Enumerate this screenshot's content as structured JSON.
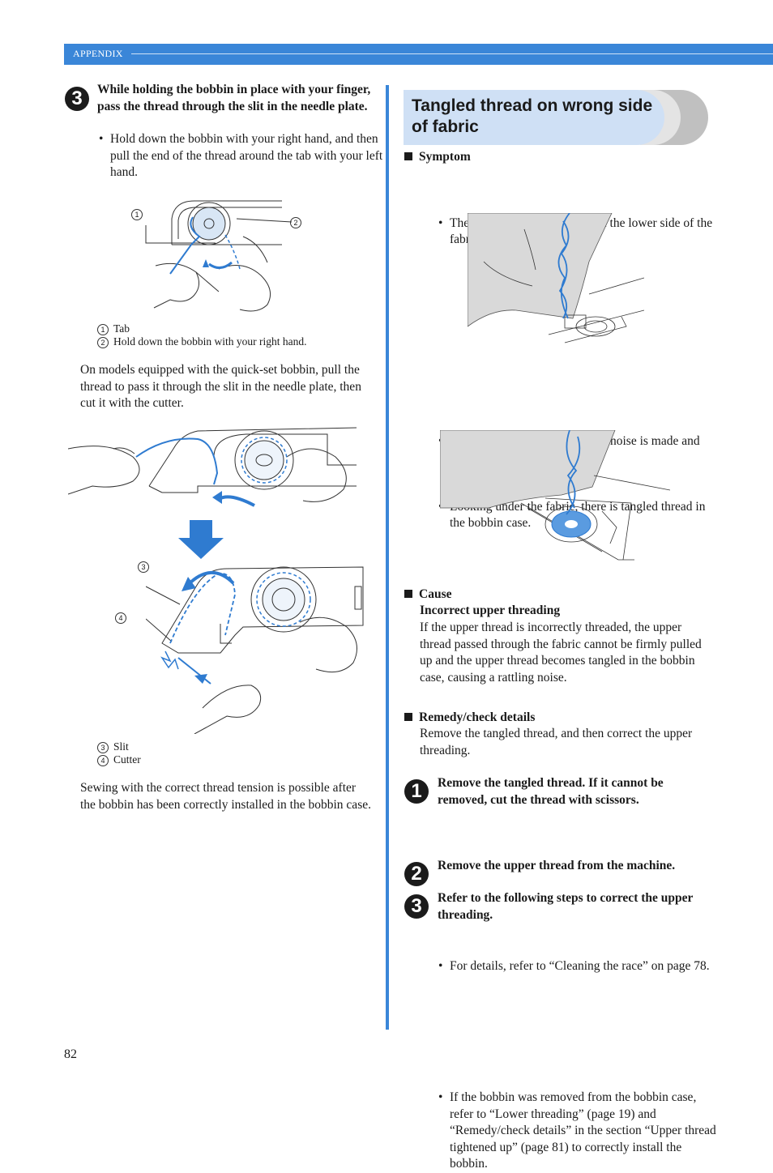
{
  "header": {
    "section": "APPENDIX"
  },
  "left": {
    "step3": {
      "number": "3",
      "instruction": "While holding the bobbin in place with your finger, pass the thread through the slit in the needle plate.",
      "bullet": "Hold down the bobbin with your right hand, and then pull the end of the thread around the tab with your left hand."
    },
    "fig1_labels": {
      "n1": "1",
      "n2": "2"
    },
    "fig1_captions": [
      {
        "num": "1",
        "text": "Tab"
      },
      {
        "num": "2",
        "text": "Hold down the bobbin with your right hand."
      }
    ],
    "quickset_note": "On models equipped with the quick-set bobbin, pull the thread to pass it through the slit in the needle plate, then cut it with the cutter.",
    "fig2_labels": {
      "n3": "3",
      "n4": "4"
    },
    "fig2_captions": [
      {
        "num": "3",
        "text": "Slit"
      },
      {
        "num": "4",
        "text": "Cutter"
      }
    ],
    "closing": "Sewing with the correct thread tension is possible after the bobbin has been correctly installed in the bobbin case."
  },
  "right": {
    "title": "Tangled thread on wrong side of fabric",
    "symptom_heading": "Symptom",
    "symptom_bullets": [
      "The thread becomes tangled on the lower side of the fabric.",
      "After starting sewing, a rattling noise is made and sewing cannot continue.",
      "Looking under the fabric, there is tangled thread in the bobbin case."
    ],
    "cause_heading": "Cause",
    "cause_subheading": "Incorrect upper threading",
    "cause_text": "If the upper thread is incorrectly threaded, the upper thread passed through the fabric cannot be firmly pulled up and the upper thread becomes tangled in the bobbin case, causing a rattling noise.",
    "remedy_heading": "Remedy/check details",
    "remedy_text": "Remove the tangled thread, and then correct the upper threading.",
    "steps": [
      {
        "num": "1",
        "text": "Remove the tangled thread. If it cannot be removed, cut the thread with scissors.",
        "bullet": "For details, refer to “Cleaning the race” on page 78."
      },
      {
        "num": "2",
        "text": "Remove the upper thread from the machine.",
        "bullet": ""
      },
      {
        "num": "3",
        "text": "Refer to the following steps to correct the upper threading.",
        "bullet": "If the bobbin was removed from the bobbin case, refer to “Lower threading” (page 19) and “Remedy/check details” in the section “Upper thread tightened up” (page 81) to correctly install the bobbin."
      }
    ]
  },
  "footer": {
    "page_number": "82"
  },
  "colors": {
    "accent": "#3a86d8",
    "title_bg": "#cfe0f5",
    "thread": "#2f7bd0"
  }
}
